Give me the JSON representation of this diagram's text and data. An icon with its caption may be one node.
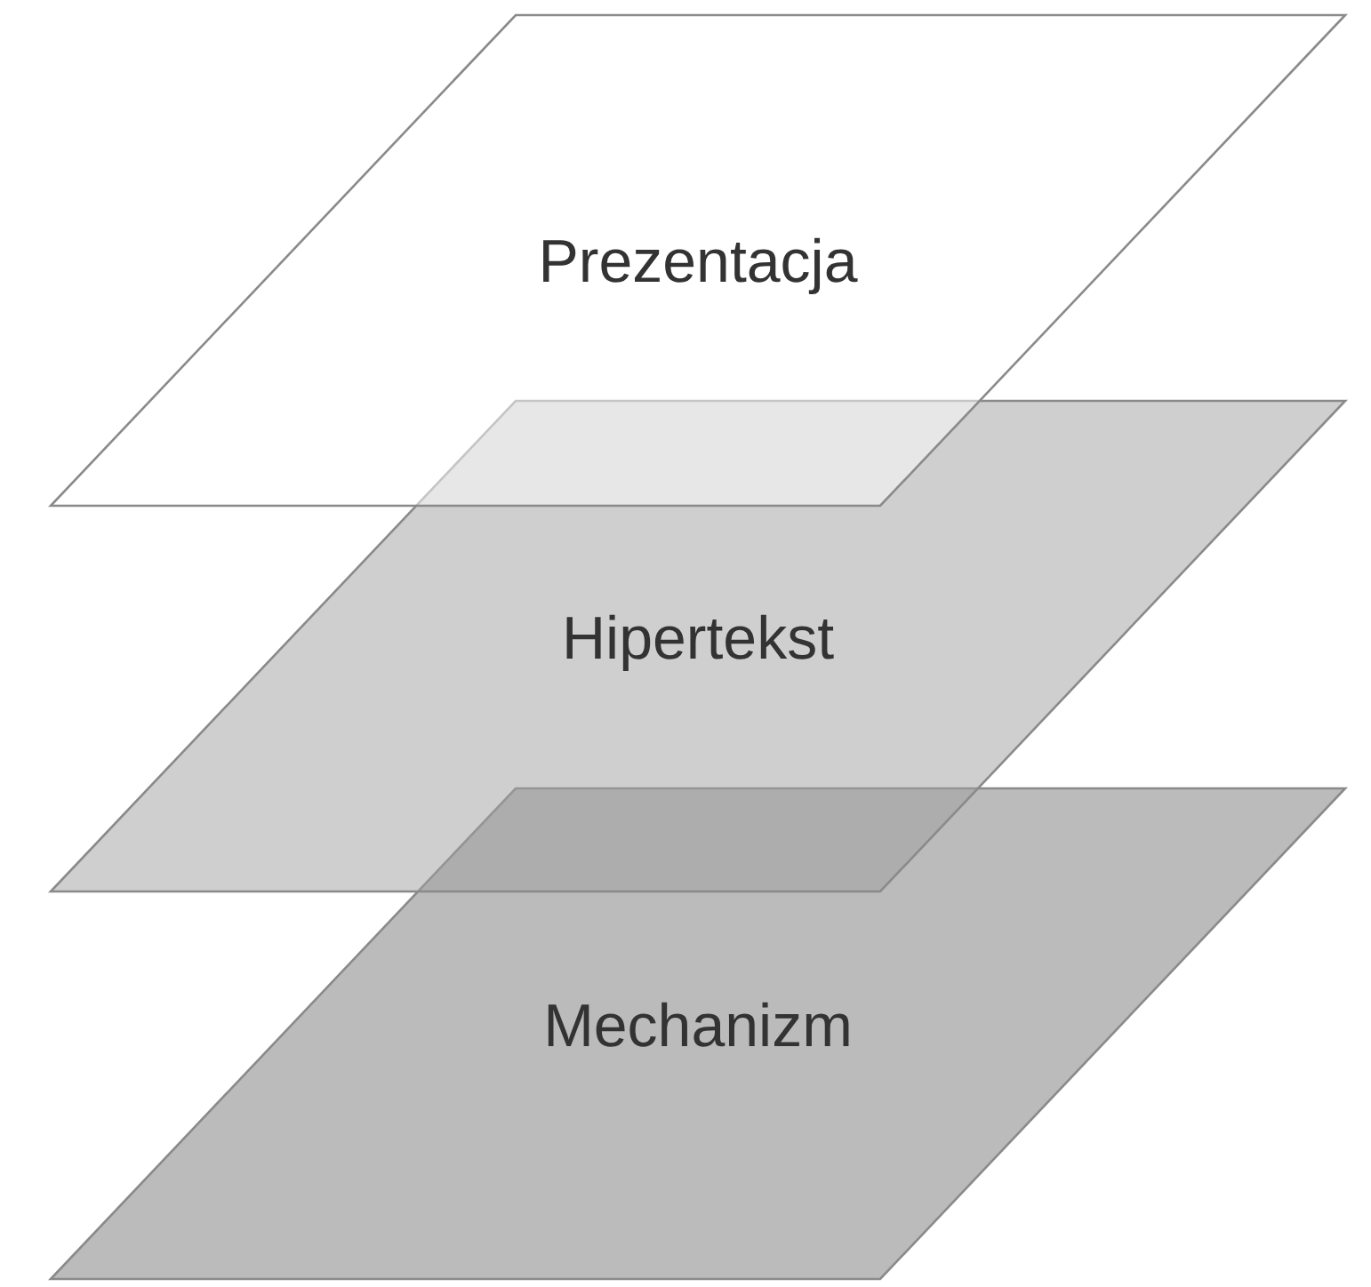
{
  "diagram": {
    "nodes": [
      {
        "text": [
          "Prezentacja"
        ]
      },
      {
        "text": [
          "Hipertekst"
        ]
      },
      {
        "text": [
          "Mechanizm"
        ]
      }
    ]
  }
}
